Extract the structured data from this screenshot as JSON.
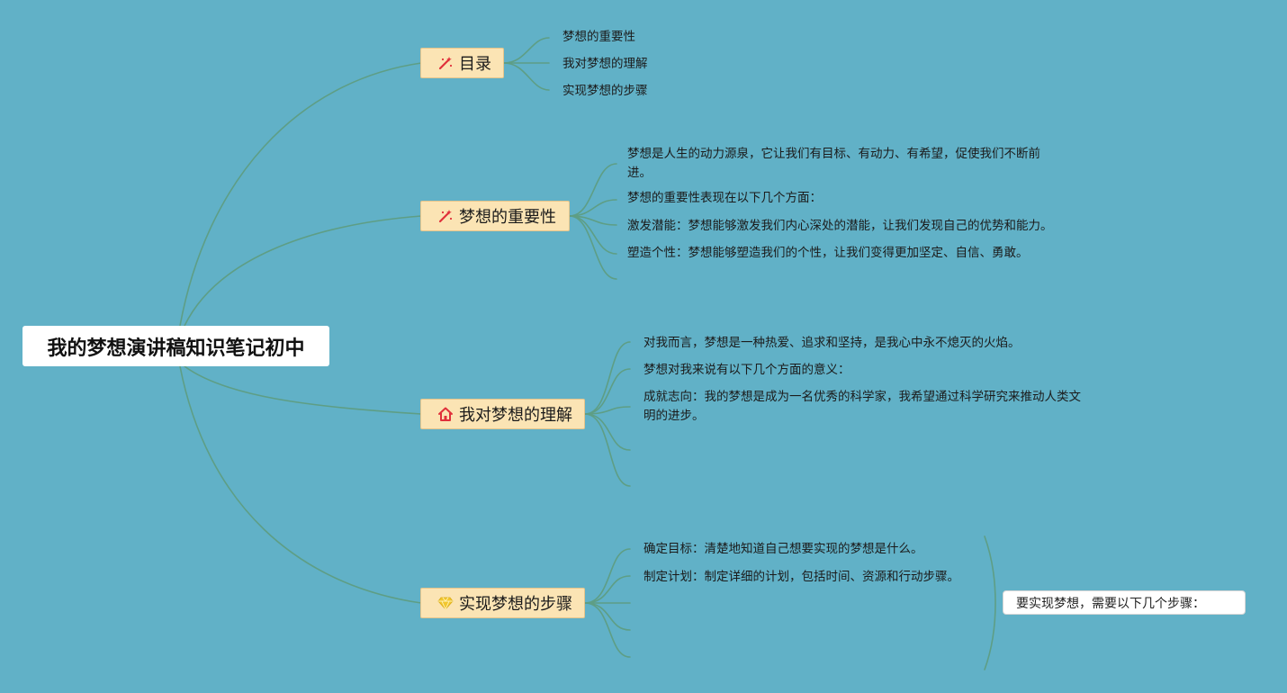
{
  "root": {
    "title": "我的梦想演讲稿知识笔记初中"
  },
  "colors": {
    "background": "#61b1c7",
    "line": "#5e9e85",
    "topic_fill": "#fbe4b4",
    "icon_red": "#e0303a",
    "icon_yellow": "#f2c72f"
  },
  "topics": [
    {
      "label": "目录",
      "icon": "magic-wand-icon",
      "children": [
        "梦想的重要性",
        "我对梦想的理解",
        "实现梦想的步骤"
      ]
    },
    {
      "label": "梦想的重要性",
      "icon": "magic-wand-icon",
      "children": [
        "梦想是人生的动力源泉，它让我们有目标、有动力、有希望，促使我们不断前进。",
        "梦想的重要性表现在以下几个方面：",
        "激发潜能：梦想能够激发我们内心深处的潜能，让我们发现自己的优势和能力。",
        "塑造个性：梦想能够塑造我们的个性，让我们变得更加坚定、自信、勇敢。",
        ""
      ]
    },
    {
      "label": "我对梦想的理解",
      "icon": "home-icon",
      "children": [
        "对我而言，梦想是一种热爱、追求和坚持，是我心中永不熄灭的火焰。",
        "梦想对我来说有以下几个方面的意义：",
        "成就志向：我的梦想是成为一名优秀的科学家，我希望通过科学研究来推动人类文明的进步。",
        "",
        ""
      ]
    },
    {
      "label": "实现梦想的步骤",
      "icon": "diamond-icon",
      "children": [
        "确定目标：清楚地知道自己想要实现的梦想是什么。",
        "制定计划：制定详细的计划，包括时间、资源和行动步骤。",
        "",
        "",
        ""
      ],
      "summary": "要实现梦想，需要以下几个步骤："
    }
  ]
}
